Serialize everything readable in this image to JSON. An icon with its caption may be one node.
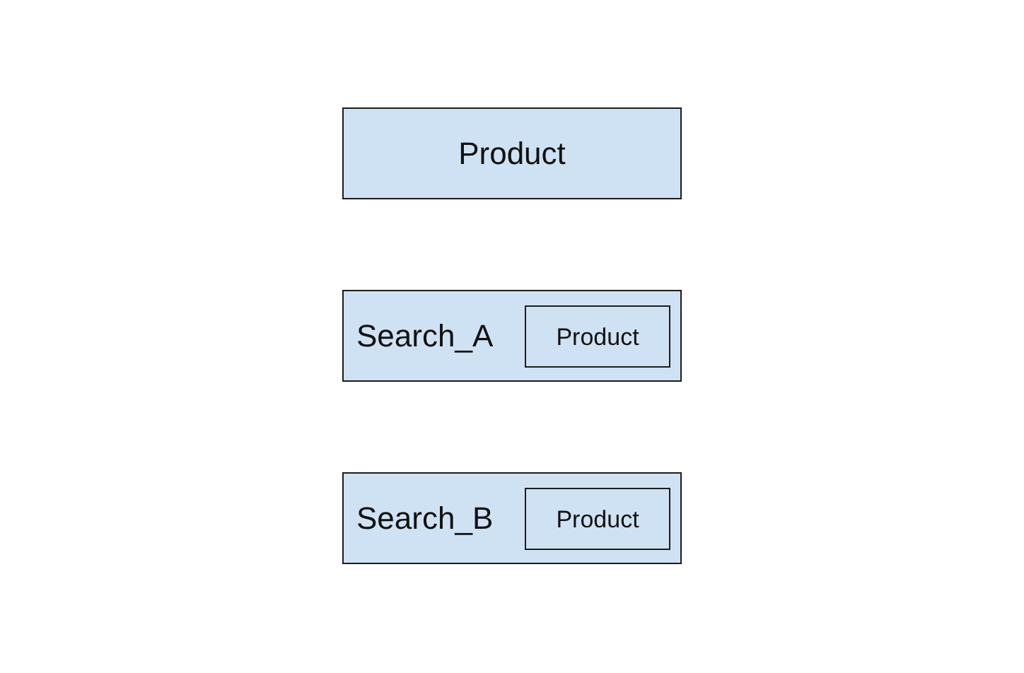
{
  "diagram": {
    "nodes": [
      {
        "text": [
          "Product"
        ]
      },
      {
        "text": [
          "Search_A"
        ]
      },
      {
        "text": [
          "Product"
        ],
        "in": 1
      },
      {
        "text": [
          "Search_B"
        ]
      },
      {
        "text": [
          "Product"
        ],
        "in": 3
      }
    ]
  }
}
